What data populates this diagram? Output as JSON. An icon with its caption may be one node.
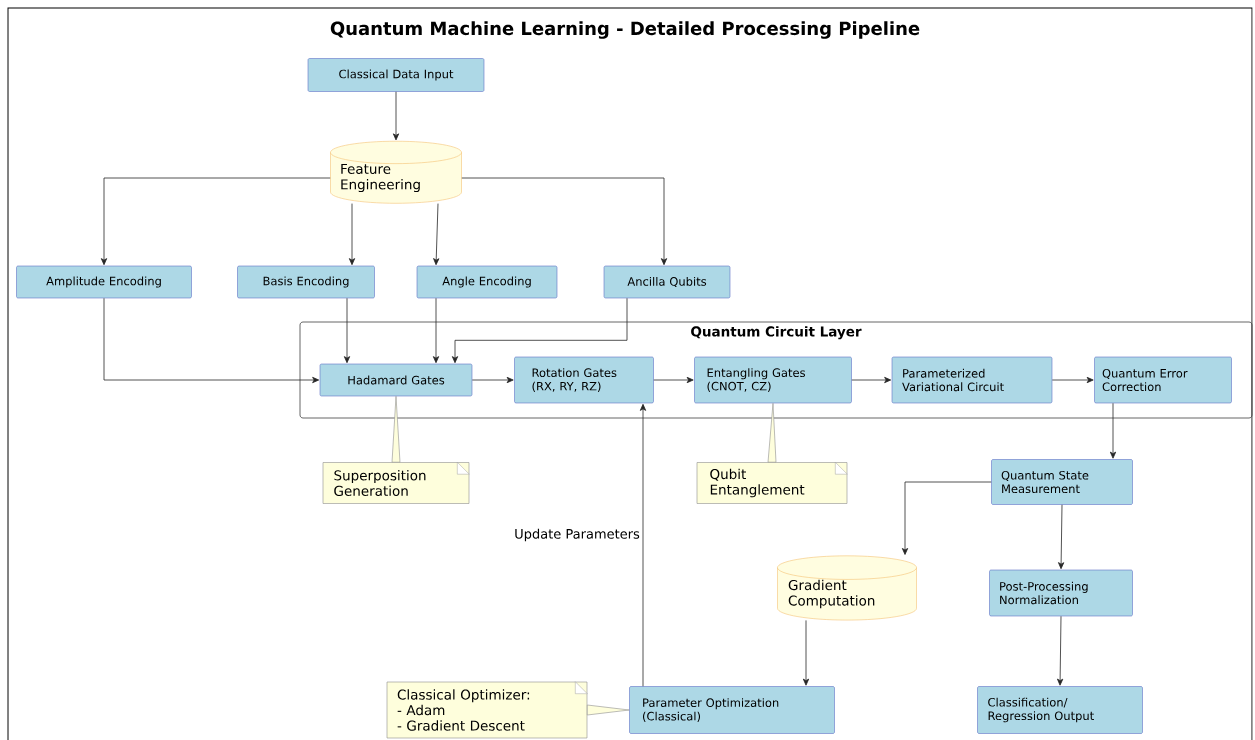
{
  "diagram": {
    "title": "Quantum Machine Learning - Detailed Processing Pipeline",
    "nodes": [
      {
        "text": [
          "Classical Data Input"
        ]
      },
      {
        "text": [
          "Feature Engineering"
        ]
      },
      {
        "text": [
          "Amplitude Encoding"
        ]
      },
      {
        "text": [
          "Basis Encoding"
        ]
      },
      {
        "text": [
          "Angle Encoding"
        ]
      },
      {
        "text": [
          "Ancilla Qubits"
        ]
      },
      {
        "text": [
          "Quantum Circuit Layer"
        ]
      },
      {
        "text": [
          "Hadamard Gates"
        ],
        "in": 6
      },
      {
        "text": [
          "Rotation Gates (RX, RY, RZ)"
        ],
        "in": 6
      },
      {
        "text": [
          "Entangling Gates (CNOT, CZ)"
        ],
        "in": 6
      },
      {
        "text": [
          "Parameterized Variational Circuit"
        ],
        "in": 6
      },
      {
        "text": [
          "Quantum Error Correction"
        ],
        "in": 6
      },
      {
        "text": [
          "Superposition Generation"
        ]
      },
      {
        "text": [
          "Qubit Entanglement"
        ]
      },
      {
        "text": [
          "Quantum State Measurement"
        ]
      },
      {
        "text": [
          "Gradient Computation"
        ]
      },
      {
        "text": [
          "Post-Processing Normalization"
        ]
      },
      {
        "text": [
          "Classical Optimizer:",
          "- Adam",
          "- Gradient Descent"
        ]
      },
      {
        "text": [
          "Parameter Optimization (Classical)"
        ]
      },
      {
        "text": [
          "Classification/ Regression Output"
        ]
      }
    ],
    "edges": [
      {
        "from": 0,
        "to": 1,
        "arrow": "to"
      },
      {
        "from": 1,
        "to": 2,
        "arrow": "to"
      },
      {
        "from": 1,
        "to": 3,
        "arrow": "to"
      },
      {
        "from": 1,
        "to": 4,
        "arrow": "to"
      },
      {
        "from": 1,
        "to": 5,
        "arrow": "to"
      },
      {
        "from": 2,
        "to": 7,
        "arrow": "to"
      },
      {
        "from": 3,
        "to": 7,
        "arrow": "to"
      },
      {
        "from": 4,
        "to": 7,
        "arrow": "to"
      },
      {
        "from": 5,
        "to": 7,
        "arrow": "to"
      },
      {
        "from": 7,
        "to": 8,
        "arrow": "to"
      },
      {
        "from": 8,
        "to": 9,
        "arrow": "to"
      },
      {
        "from": 9,
        "to": 10,
        "arrow": "to"
      },
      {
        "from": 10,
        "to": 11,
        "arrow": "to"
      },
      {
        "from": 11,
        "to": 14,
        "arrow": "to"
      },
      {
        "from": 14,
        "to": 15,
        "arrow": "to"
      },
      {
        "from": 14,
        "to": 16,
        "arrow": "to"
      },
      {
        "from": 16,
        "to": 19,
        "arrow": "to"
      },
      {
        "from": 15,
        "to": 18,
        "arrow": "to"
      },
      {
        "from": 18,
        "to": 8,
        "arrow": "to",
        "label": "Update Parameters"
      },
      {
        "from": 12,
        "to": 7,
        "arrow": "none"
      },
      {
        "from": 13,
        "to": 9,
        "arrow": "none"
      },
      {
        "from": 17,
        "to": 18,
        "arrow": "none"
      }
    ]
  }
}
